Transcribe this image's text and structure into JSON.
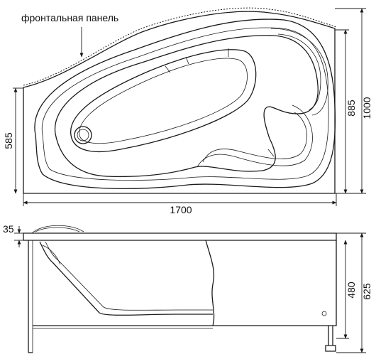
{
  "labels": {
    "front_panel": "фронтальная панель"
  },
  "dimensions": {
    "length": "1700",
    "width_left": "585",
    "width_inner": "885",
    "width_total": "1000",
    "rim_height": "35",
    "depth": "480",
    "height_total": "625"
  }
}
